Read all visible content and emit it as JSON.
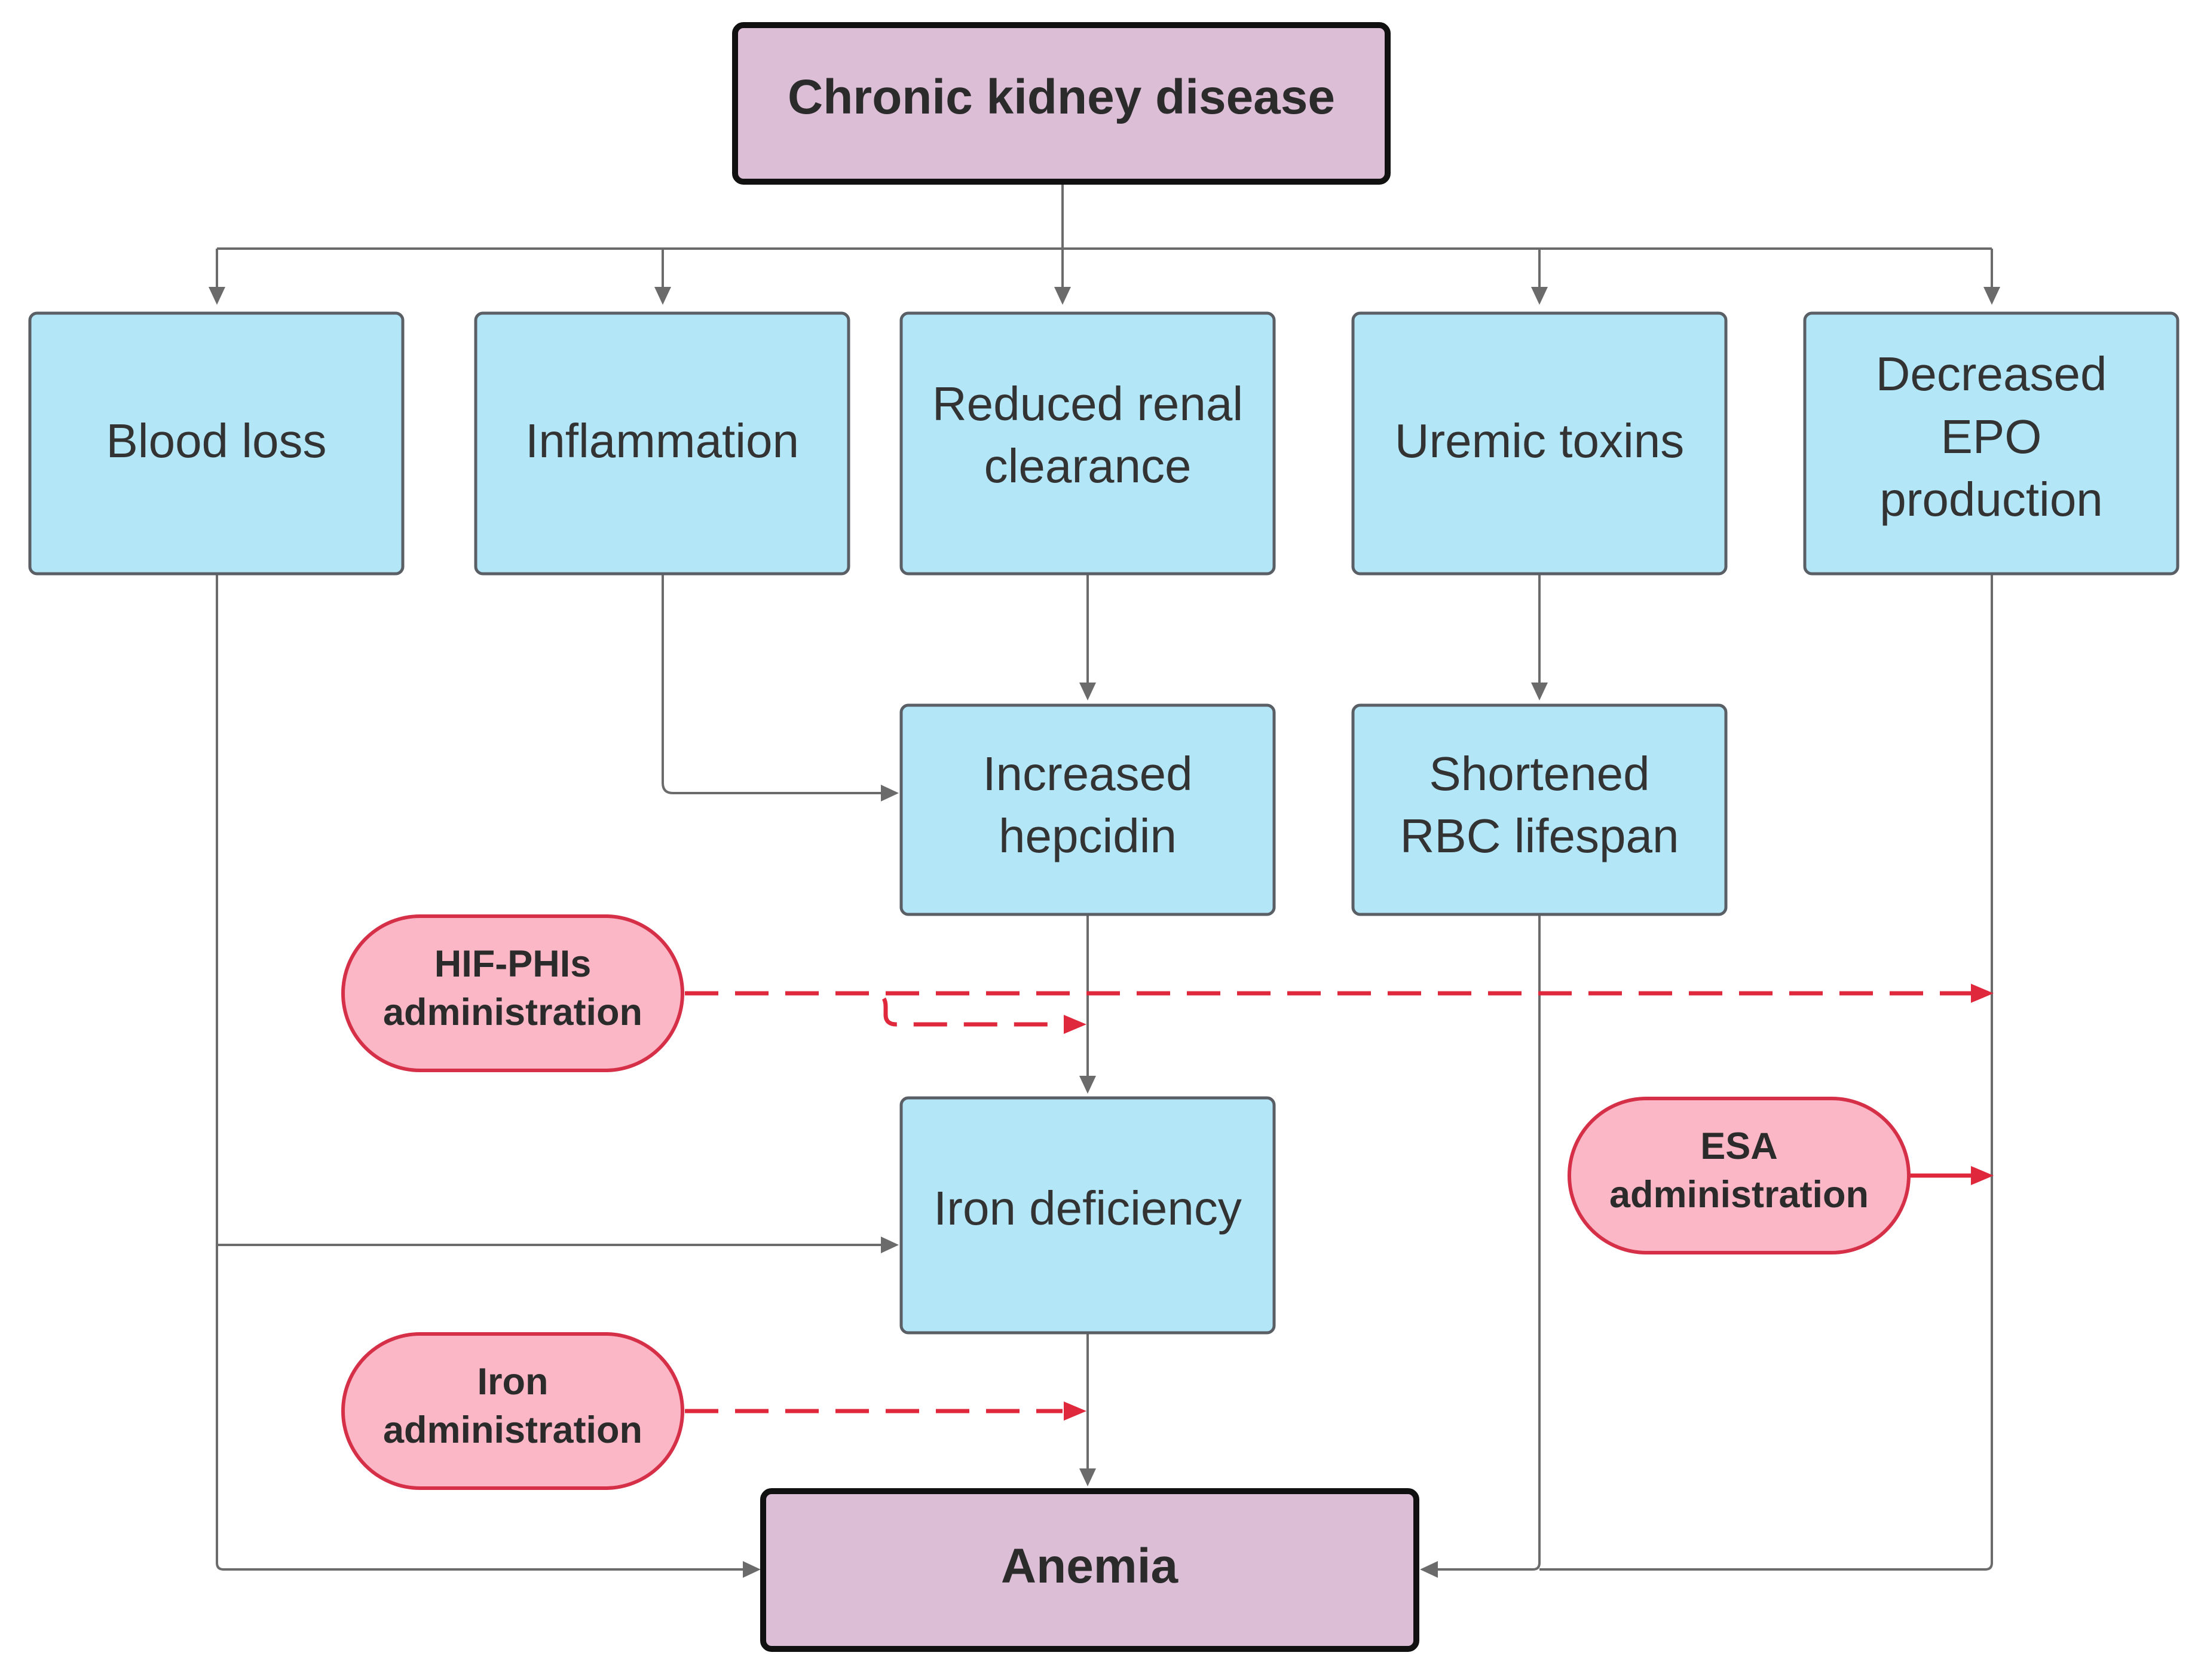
{
  "title": "Chronic kidney disease",
  "outcome": "Anemia",
  "causes": {
    "blood_loss": "Blood loss",
    "inflammation": "Inflammation",
    "reduced_renal_clearance": [
      "Reduced renal",
      "clearance"
    ],
    "uremic_toxins": "Uremic toxins",
    "decreased_epo": [
      "Decreased",
      "EPO",
      "production"
    ]
  },
  "mechanisms": {
    "increased_hepcidin": [
      "Increased",
      "hepcidin"
    ],
    "shortened_rbc": [
      "Shortened",
      "RBC lifespan"
    ],
    "iron_deficiency": "Iron deficiency"
  },
  "treatments": {
    "hif_phis": [
      "HIF-PHIs",
      "administration"
    ],
    "esa": [
      "ESA",
      "administration"
    ],
    "iron": [
      "Iron",
      "administration"
    ]
  },
  "colors": {
    "cause_fill": "#b3e6f7",
    "main_fill": "#dcbed6",
    "treatment_fill": "#fbb7c6",
    "treatment_stroke": "#d63048",
    "connector": "#6b6b6b"
  }
}
